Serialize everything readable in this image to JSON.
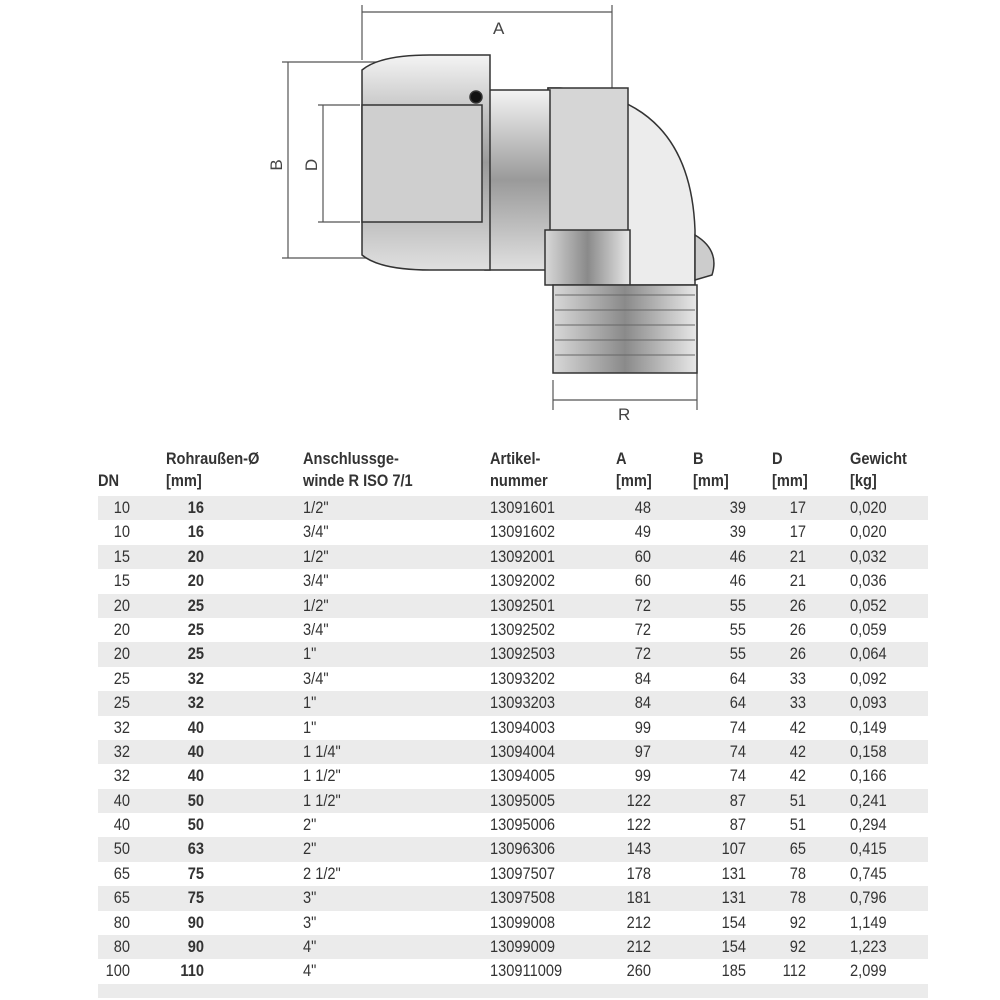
{
  "drawing": {
    "labels": {
      "A": "A",
      "B": "B",
      "D": "D",
      "R": "R"
    }
  },
  "table": {
    "headers": {
      "dn": "DN",
      "pipe_line1": "Rohraußen-Ø",
      "pipe_line2": "[mm]",
      "thread_line1": "Anschlussge-",
      "thread_line2": "winde R ISO 7/1",
      "article_line1": "Artikel-",
      "article_line2": "nummer",
      "a_line1": "A",
      "a_line2": "[mm]",
      "b_line1": "B",
      "b_line2": "[mm]",
      "d_line1": "D",
      "d_line2": "[mm]",
      "weight_line1": "Gewicht",
      "weight_line2": "[kg]"
    },
    "rows": [
      [
        "10",
        "16",
        "1/2\"",
        "13091601",
        "48",
        "39",
        "17",
        "0,020"
      ],
      [
        "10",
        "16",
        "3/4\"",
        "13091602",
        "49",
        "39",
        "17",
        "0,020"
      ],
      [
        "15",
        "20",
        "1/2\"",
        "13092001",
        "60",
        "46",
        "21",
        "0,032"
      ],
      [
        "15",
        "20",
        "3/4\"",
        "13092002",
        "60",
        "46",
        "21",
        "0,036"
      ],
      [
        "20",
        "25",
        "1/2\"",
        "13092501",
        "72",
        "55",
        "26",
        "0,052"
      ],
      [
        "20",
        "25",
        "3/4\"",
        "13092502",
        "72",
        "55",
        "26",
        "0,059"
      ],
      [
        "20",
        "25",
        "1\"",
        "13092503",
        "72",
        "55",
        "26",
        "0,064"
      ],
      [
        "25",
        "32",
        "3/4\"",
        "13093202",
        "84",
        "64",
        "33",
        "0,092"
      ],
      [
        "25",
        "32",
        "1\"",
        "13093203",
        "84",
        "64",
        "33",
        "0,093"
      ],
      [
        "32",
        "40",
        "1\"",
        "13094003",
        "99",
        "74",
        "42",
        "0,149"
      ],
      [
        "32",
        "40",
        "1 1/4\"",
        "13094004",
        "97",
        "74",
        "42",
        "0,158"
      ],
      [
        "32",
        "40",
        "1 1/2\"",
        "13094005",
        "99",
        "74",
        "42",
        "0,166"
      ],
      [
        "40",
        "50",
        "1 1/2\"",
        "13095005",
        "122",
        "87",
        "51",
        "0,241"
      ],
      [
        "40",
        "50",
        "2\"",
        "13095006",
        "122",
        "87",
        "51",
        "0,294"
      ],
      [
        "50",
        "63",
        "2\"",
        "13096306",
        "143",
        "107",
        "65",
        "0,415"
      ],
      [
        "65",
        "75",
        "2 1/2\"",
        "13097507",
        "178",
        "131",
        "78",
        "0,745"
      ],
      [
        "65",
        "75",
        "3\"",
        "13097508",
        "181",
        "131",
        "78",
        "0,796"
      ],
      [
        "80",
        "90",
        "3\"",
        "13099008",
        "212",
        "154",
        "92",
        "1,149"
      ],
      [
        "80",
        "90",
        "4\"",
        "13099009",
        "212",
        "154",
        "92",
        "1,223"
      ],
      [
        "100",
        "110",
        "4\"",
        "130911009",
        "260",
        "185",
        "112",
        "2,099"
      ]
    ]
  },
  "colors": {
    "stripe": "#ebebeb",
    "text": "#333333"
  }
}
